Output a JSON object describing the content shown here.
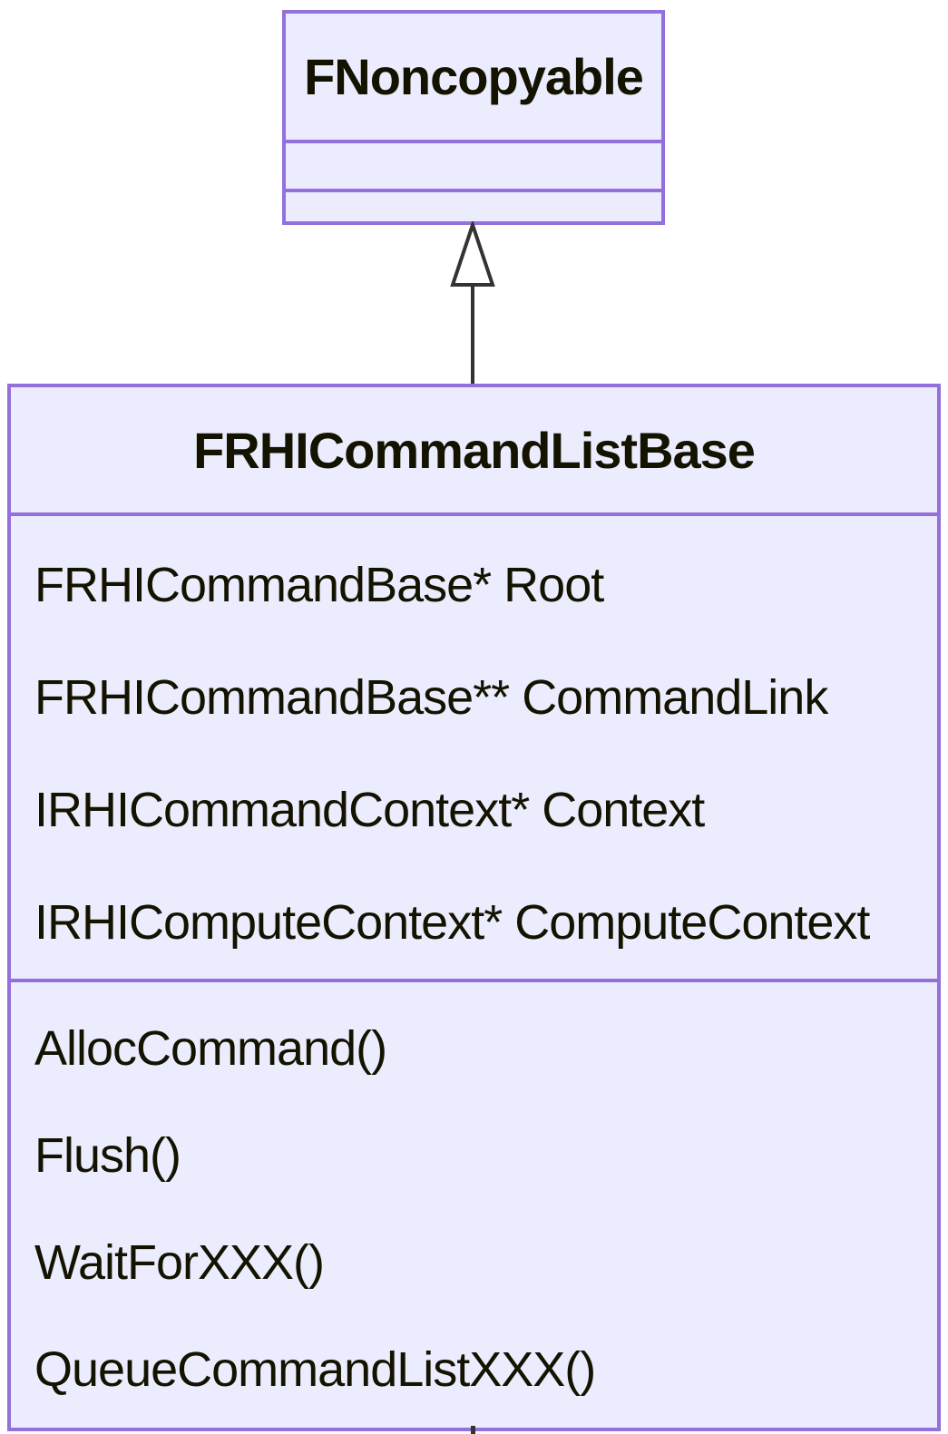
{
  "diagram": {
    "type": "uml-class-diagram",
    "relationship": {
      "type": "inheritance",
      "from": "FRHICommandListBase",
      "to": "FNoncopyable"
    },
    "classes": [
      {
        "name": "FNoncopyable",
        "attributes": [],
        "methods": []
      },
      {
        "name": "FRHICommandListBase",
        "attributes": [
          "FRHICommandBase* Root",
          "FRHICommandBase** CommandLink",
          "IRHICommandContext* Context",
          "IRHIComputeContext* ComputeContext"
        ],
        "methods": [
          "AllocCommand()",
          "Flush()",
          "WaitForXXX()",
          "QueueCommandListXXX()"
        ]
      }
    ],
    "colors": {
      "node_fill": "#ECECFF",
      "node_border": "#9370DB",
      "text": "#131300",
      "edge": "#333333",
      "background": "#FFFFFF"
    }
  }
}
